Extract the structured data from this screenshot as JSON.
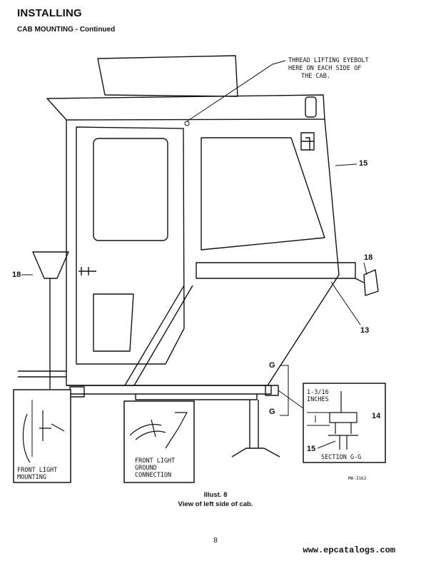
{
  "header": {
    "title": "INSTALLING",
    "subtitle": "CAB MOUNTING - Continued"
  },
  "callouts": {
    "eyebolt_1": "THREAD LIFTING EYEBOLT",
    "eyebolt_2": "HERE ON EACH SIDE OF",
    "eyebolt_3": "THE CAB.",
    "n15_top": "15",
    "n18_left": "18",
    "n18_right": "18",
    "n13": "13",
    "n14": "14",
    "n15_section": "15",
    "g_top": "G",
    "g_bottom": "G"
  },
  "insets": {
    "front_light_mounting_1": "FRONT LIGHT",
    "front_light_mounting_2": "MOUNTING",
    "ground_1": "FRONT LIGHT",
    "ground_2": "GROUND",
    "ground_3": "CONNECTION",
    "dim_1": "1-3/16",
    "dim_2": "INCHES",
    "section": "SECTION G-G"
  },
  "figure_code": "MA-3162",
  "caption": {
    "line1": "Illust. 8",
    "line2": "View of left side of cab."
  },
  "page_number": "8",
  "watermark": "www.epcatalogs.com"
}
